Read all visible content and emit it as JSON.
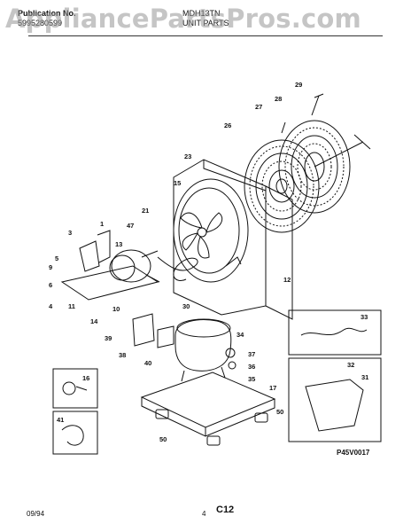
{
  "header": {
    "publication_label": "Publication No.",
    "publication_number": "5995280599",
    "model": "MDH13TN",
    "section": "UNIT PARTS"
  },
  "watermark": "AppliancePartsPros.com",
  "diagram_code": "P45V0017",
  "footer": {
    "date": "09/94",
    "page": "4",
    "code": "C12"
  },
  "callouts": [
    "1",
    "3",
    "4",
    "5",
    "6",
    "9",
    "10",
    "11",
    "12",
    "13",
    "14",
    "15",
    "16",
    "17",
    "21",
    "23",
    "26",
    "27",
    "28",
    "29",
    "30",
    "31",
    "32",
    "33",
    "34",
    "35",
    "36",
    "37",
    "38",
    "39",
    "40",
    "41",
    "47",
    "50"
  ],
  "colors": {
    "line": "#111111",
    "watermark": "#969696",
    "background": "#ffffff"
  }
}
